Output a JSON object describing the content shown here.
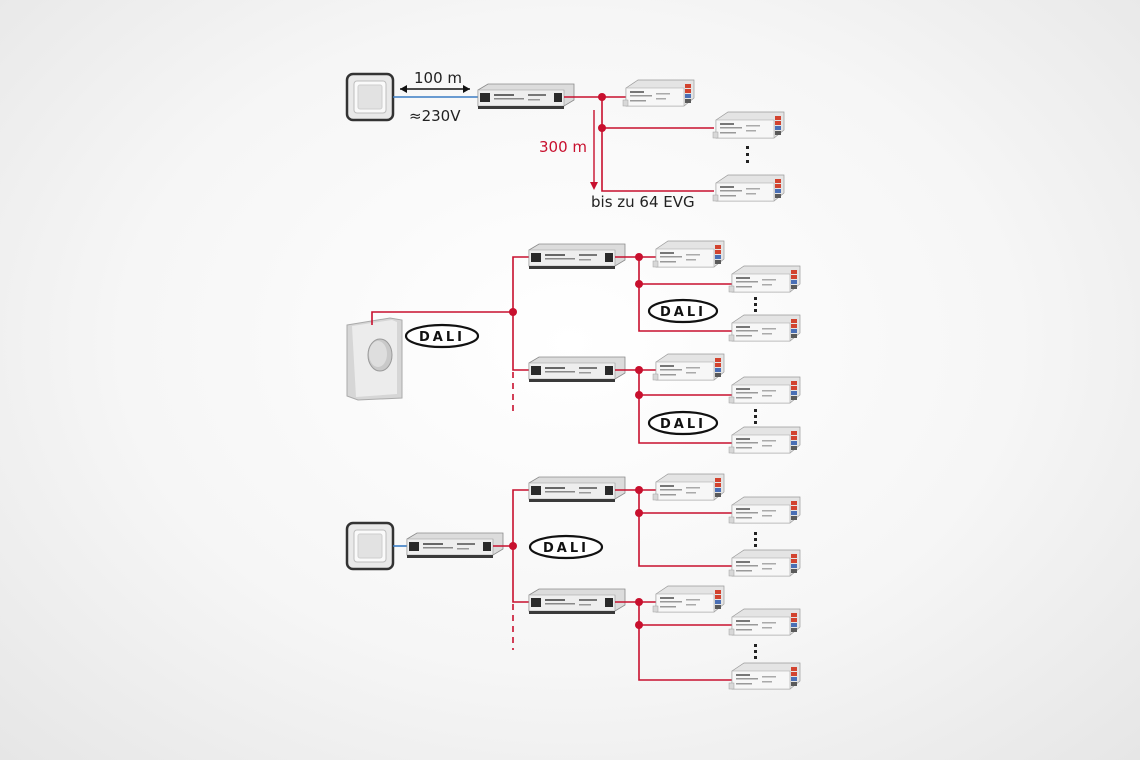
{
  "labels": {
    "distance_top": "100 m",
    "voltage": "≈230V",
    "distance_red": "300 m",
    "max_ballasts": "bis zu 64 EVG"
  },
  "dali_logo_text": "DALI",
  "colors": {
    "wire_red": "#c8102e",
    "wire_blue": "#3a7cc4",
    "background": "#f4f4f4"
  }
}
